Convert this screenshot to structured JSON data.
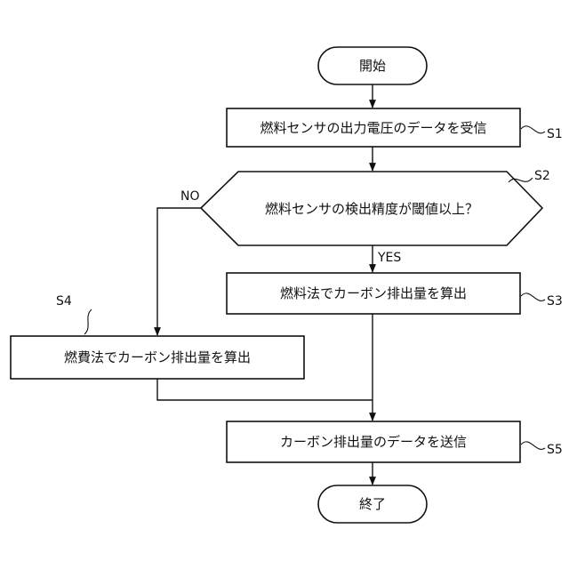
{
  "flowchart": {
    "start": {
      "text": "開始"
    },
    "s1": {
      "text": "燃料センサの出力電圧のデータを受信",
      "step": "S1"
    },
    "s2": {
      "text": "燃料センサの検出精度が閾値以上？",
      "step": "S2",
      "yes_label": "YES",
      "no_label": "NO"
    },
    "s3": {
      "text": "燃料法でカーボン排出量を算出",
      "step": "S3"
    },
    "s4": {
      "text": "燃費法でカーボン排出量を算出",
      "step": "S4"
    },
    "s5": {
      "text": "カーボン排出量のデータを送信",
      "step": "S5"
    },
    "end": {
      "text": "終了"
    }
  }
}
